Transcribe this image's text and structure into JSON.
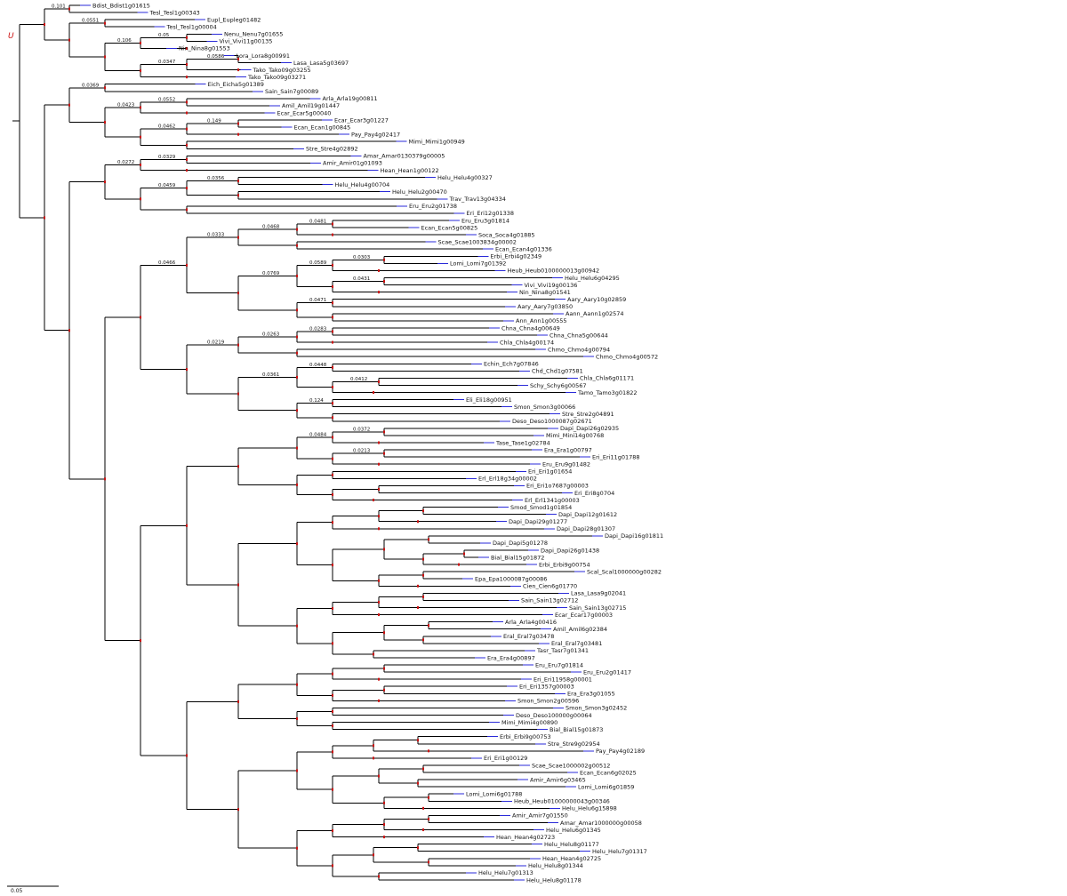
{
  "root_label": "U",
  "scale_bar": {
    "label": "0.05"
  },
  "colors": {
    "branch": "#000000",
    "tip_line": "#2a2ad8",
    "node_mark": "#cc1111"
  },
  "branch_lengths_visible": [
    "0.05",
    "0.0586",
    "0.0347",
    "0.106",
    "0.0551",
    "0.101",
    "0.0552",
    "0.149",
    "0.0462",
    "0.0423",
    "0.0369",
    "0.0329",
    "0.0356",
    "0.0459",
    "0.0272",
    "0.0481",
    "0.0468",
    "0.0303",
    "0.0431",
    "0.0589",
    "0.0471",
    "0.0769",
    "0.0333",
    "0.0283",
    "0.0263",
    "0.0412",
    "0.0448",
    "0.124",
    "0.0361",
    "0.0219",
    "0.0466",
    "0.0372",
    "0.0213",
    "0.0484"
  ],
  "tips": [
    "Bdist_Bdist1g01615",
    "Tesl_Tesl1g00343",
    "Eupl_Eupleg01482",
    "Tesl_Tesl1g00004",
    "Nenu_Nenu7g01655",
    "Vivi_Vivi11g00135",
    "Nin_Nina8g01553",
    "Lora_Lora8g00991",
    "Lasa_Lasa5g03697",
    "Tako_Tako09g03255",
    "Tako_Tako09g03271",
    "Eich_Eicha5g01389",
    "Sain_Sain7g00089",
    "Arla_Arla19g00811",
    "Amil_Amil19g01447",
    "Ecar_Ecar5g00040",
    "Ecar_Ecar3g01227",
    "Ecan_Ecan1g00845",
    "Pay_Pay4g02417",
    "Mimi_Mimi1g00949",
    "Stre_Stre4g02892",
    "Amar_Amar0130379g00005",
    "Amir_Amir01g01093",
    "Hean_Hean1g00122",
    "Helu_Helu4g00327",
    "Helu_Helu4g00704",
    "Helu_Helu2g00470",
    "Trav_Trav13g04334",
    "Eru_Eru2g01738",
    "Eri_Eri12g01338",
    "Eru_Eru3g01814",
    "Ecan_Ecan5g00825",
    "Soca_Soca4g01885",
    "Scae_Scae1003834g00002",
    "Ecan_Ecan4g01336",
    "Erbi_Erbi4g02349",
    "Lomi_Lomi7g01392",
    "Heub_Heub0100000013g00942",
    "Helu_Helu6g04295",
    "Vivi_Vivi19g00136",
    "Nin_Nina8g01541",
    "Aary_Aary10g02859",
    "Aary_Aary7g03850",
    "Aann_Aann1g02574",
    "Ann_Ann1g00555",
    "Chna_Chna4g00649",
    "Chna_Chna5g00644",
    "Chla_Chla4g00174",
    "Chmo_Chmo4g00794",
    "Chmo_Chmo4g00572",
    "Echin_Ech7g07846",
    "Chd_Chd1g07581",
    "Chla_Chla6g01171",
    "Schy_Schy6g00567",
    "Tamo_Tamo3g01822",
    "Eli_Eli18g00951",
    "Smon_Smon3g00066",
    "Stre_Stre2g04891",
    "Deso_Deso1000087g02671",
    "Dapi_Dapi26g02935",
    "Mimi_Mini14g00768",
    "Tase_Tase1g02784",
    "Era_Era1g00797",
    "Eri_Eri11g01788",
    "Eru_Eru9g01482",
    "Eri_Eri1g01654",
    "Erl_Erl18g34g00002",
    "Eri_Eri1o7687g00003",
    "Eri_Eri8g0704",
    "Erl_Erl1341g00003",
    "Smod_Smod1g01854",
    "Dapi_Dapi12g01612",
    "Dapi_Dapi29g01277",
    "Dapi_Dapi28g01307",
    "Dapi_Dapi16g01811",
    "Dapi_Dapi5g01278",
    "Dapi_Dapi26g01438",
    "Bial_Bial15g01872",
    "Erbi_Erbi9g00754",
    "Scal_Scal1000000g00282",
    "Epa_Epa1000087g00086",
    "Cien_Cien6g01770",
    "Lasa_Lasa9g02041",
    "Sain_Sain13g02712",
    "Sain_Sain13g02715",
    "Ecar_Ecar17g00003",
    "Arla_Arla4g00416",
    "Amil_Amil6g02384",
    "Eral_Eral7g03478",
    "Eral_Eral7g03481",
    "Tasr_Tasr7g01341",
    "Era_Era4g00897",
    "Eru_Eru7g01814",
    "Eru_Eru2g01417",
    "Eri_Eri11958g00001",
    "Eri_Eri1357g00003",
    "Era_Era3g01055",
    "Smon_Smon2g00596",
    "Smon_Smon3g02452",
    "Deso_Deso100000g00064",
    "Mimi_Mimi4g00890",
    "Bial_Bial15g01873",
    "Erbi_Erbi9g00753",
    "Stre_Stre9g02954",
    "Pay_Pay4g02189",
    "Eri_Eri1g00129",
    "Scae_Scae1000002g00512",
    "Ecan_Ecan6g02025",
    "Amir_Amir6g03465",
    "Lomi_Lomi6g01859",
    "Lomi_Lomi6g01788",
    "Heub_Heub01000000043g00346",
    "Helu_Helu6g15898",
    "Amir_Amir7g01550",
    "Amar_Amar1000000g00058",
    "Helu_Helu6g01345",
    "Hean_Hean4g02723",
    "Helu_Helu8g01177",
    "Helu_Helu7g01317",
    "Hean_Hean4g02725",
    "Helu_Helu8g01344",
    "Helu_Helu7g01313",
    "Helu_Helu8g01178"
  ]
}
